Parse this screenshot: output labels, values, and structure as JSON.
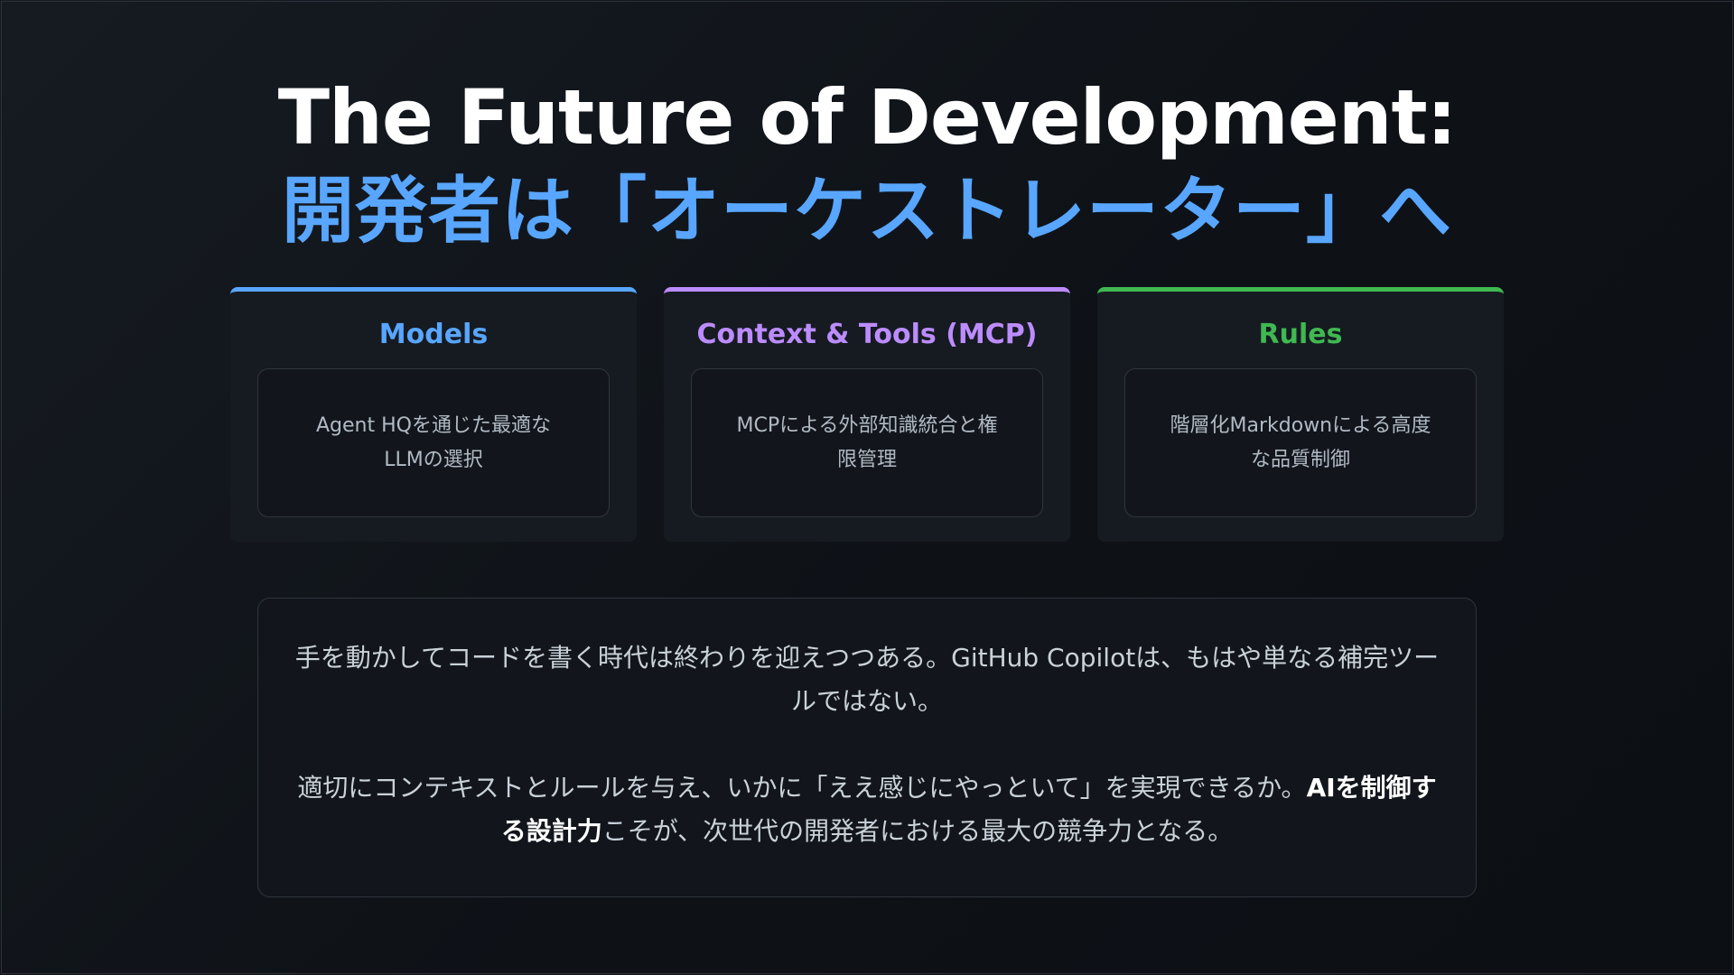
{
  "title": {
    "en": "The Future of Development:",
    "ja": "開発者は「オーケストレーター」へ"
  },
  "cards": [
    {
      "title": "Models",
      "desc": "Agent HQを通じた最適なLLMの選択",
      "accent": "#58a6ff"
    },
    {
      "title": "Context & Tools (MCP)",
      "desc": "MCPによる外部知識統合と権限管理",
      "accent": "#bc8cff"
    },
    {
      "title": "Rules",
      "desc": "階層化Markdownによる高度な品質制御",
      "accent": "#3fb950"
    }
  ],
  "summary": {
    "p1": "手を動かしてコードを書く時代は終わりを迎えつつある。GitHub Copilotは、もはや単なる補完ツールではない。",
    "p2_before": "適切にコンテキストとルールを与え、いかに「ええ感じにやっといて」を実現できるか。",
    "p2_strong": "AIを制御する設計力",
    "p2_after": "こそが、次世代の開発者における最大の競争力となる。"
  }
}
